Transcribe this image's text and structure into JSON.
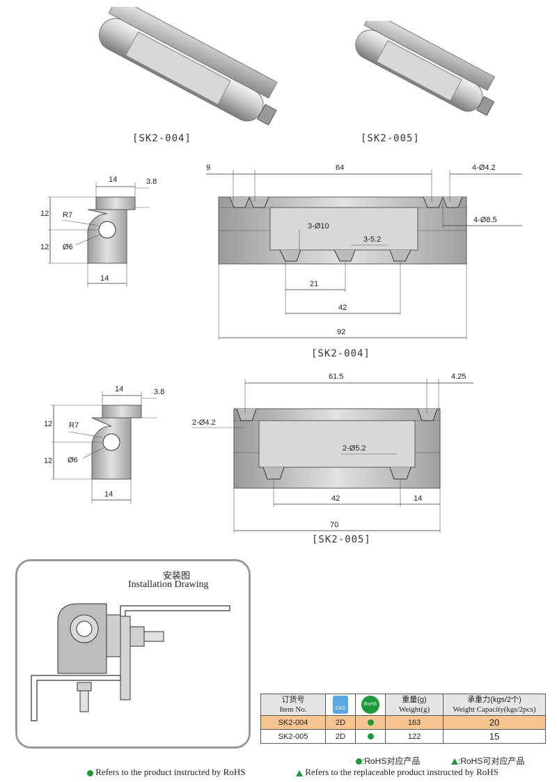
{
  "photos": {
    "left_caption": "[SK2-004]",
    "right_caption": "[SK2-005]"
  },
  "drawing_004": {
    "side": {
      "d_14_top": "14",
      "d_3_8": "3.8",
      "d_12_a": "12",
      "d_12_b": "12",
      "r7": "R7",
      "d6": "Ø6",
      "d_14_bottom": "14"
    },
    "front": {
      "d_9": "9",
      "d_64": "64",
      "d_4_42": "4-Ø4.2",
      "d_4_85": "4-Ø8.5",
      "d_3_10": "3-Ø10",
      "d_3_52": "3-5.2",
      "d_21": "21",
      "d_42": "42",
      "d_92": "92"
    },
    "caption": "[SK2-004]"
  },
  "drawing_005": {
    "side": {
      "d_14_top": "14",
      "d_3_8": "3.8",
      "d_12_a": "12",
      "d_12_b": "12",
      "r7": "R7",
      "d6": "Ø6",
      "d_14_bottom": "14"
    },
    "front": {
      "d_61_5": "61.5",
      "d_4_25": "4.25",
      "d_2_42": "2-Ø4.2",
      "d_2_52": "2-Ø5.2",
      "d_42": "42",
      "d_14": "14",
      "d_70": "70"
    },
    "caption": "[SK2-005]"
  },
  "installation": {
    "title_cn": "安装图",
    "title_en": "Installation Drawing"
  },
  "table": {
    "headers": {
      "item_cn": "订货号",
      "item_en": "Item No.",
      "cad": "CAD",
      "rohs": "RoHS",
      "weight_cn": "重量(g)",
      "weight_en": "Weight(g)",
      "cap_cn": "承重力(kgs/2个)",
      "cap_en": "Weight Capacity(kgs/2pcs)"
    },
    "rows": [
      {
        "item": "SK2-004",
        "cad": "2D",
        "weight": "163",
        "capacity": "20"
      },
      {
        "item": "SK2-005",
        "cad": "2D",
        "weight": "122",
        "capacity": "15"
      }
    ]
  },
  "legend": {
    "cn_1": ":RoHS对应产品",
    "cn_2": ":RoHS可对应产品",
    "en_1": "Refers to the product instructed by RoHS",
    "en_2": "Refers to the replaceable product instructed by RoHS"
  },
  "colors": {
    "rohs_green": "#1a9b3a",
    "row_highlight": "#f5c490"
  }
}
